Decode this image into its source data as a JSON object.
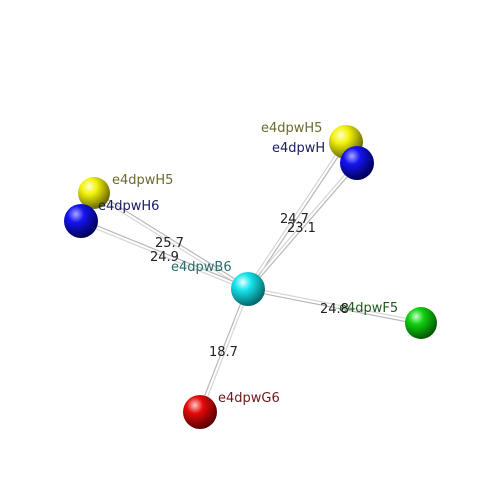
{
  "atoms": [
    {
      "id": "H5a",
      "label": "e4dpwH5",
      "color": "#f2f20a",
      "text_color": "#6b6b2a"
    },
    {
      "id": "H6a",
      "label": "e4dpwH6",
      "color": "#1010ee",
      "text_color": "#1a1a66"
    },
    {
      "id": "H5b",
      "label": "e4dpwH5",
      "color": "#f2f20a",
      "text_color": "#6b6b2a"
    },
    {
      "id": "H6b",
      "label": "e4dpwH",
      "color": "#1010ee",
      "text_color": "#1a1a66"
    },
    {
      "id": "B6",
      "label": "e4dpwB6",
      "color": "#16e4ec",
      "text_color": "#2a6b6b"
    },
    {
      "id": "F5",
      "label": "e4dpwF5",
      "color": "#10d010",
      "text_color": "#1f5a1f"
    },
    {
      "id": "G6",
      "label": "e4dpwG6",
      "color": "#e40a0a",
      "text_color": "#6b1a1a"
    }
  ],
  "distances": [
    {
      "from": "B6",
      "to": "H5a",
      "value": "25.7"
    },
    {
      "from": "B6",
      "to": "H6a",
      "value": "24.9"
    },
    {
      "from": "B6",
      "to": "H5b",
      "value": "24.7"
    },
    {
      "from": "B6",
      "to": "H6b",
      "value": "23.1"
    },
    {
      "from": "B6",
      "to": "F5",
      "value": "24.8"
    },
    {
      "from": "B6",
      "to": "G6",
      "value": "18.7"
    }
  ]
}
